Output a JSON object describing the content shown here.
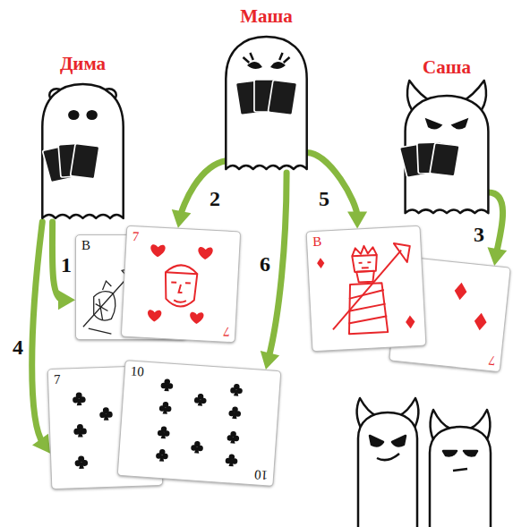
{
  "diagram": {
    "nodes": [
      {
        "text": [
          "Дима"
        ]
      },
      {
        "text": [
          "Маша"
        ]
      },
      {
        "text": [
          "Саша"
        ]
      },
      {
        "text": [
          "В"
        ]
      },
      {
        "text": [
          "7",
          "7"
        ]
      },
      {
        "text": [
          "7"
        ]
      },
      {
        "text": [
          "В"
        ]
      },
      {
        "text": [
          "7"
        ]
      },
      {
        "text": [
          "10",
          "10"
        ]
      }
    ],
    "edges": [
      {
        "from": 0,
        "to": 3,
        "arrow": "to",
        "label": "1"
      },
      {
        "from": 1,
        "to": 4,
        "arrow": "to",
        "label": "2"
      },
      {
        "from": 2,
        "to": 5,
        "arrow": "to",
        "label": "3"
      },
      {
        "from": 0,
        "to": 7,
        "arrow": "to",
        "label": "4"
      },
      {
        "from": 1,
        "to": 6,
        "arrow": "to",
        "label": "5"
      },
      {
        "from": 1,
        "to": 8,
        "arrow": "to",
        "label": "6"
      }
    ]
  }
}
